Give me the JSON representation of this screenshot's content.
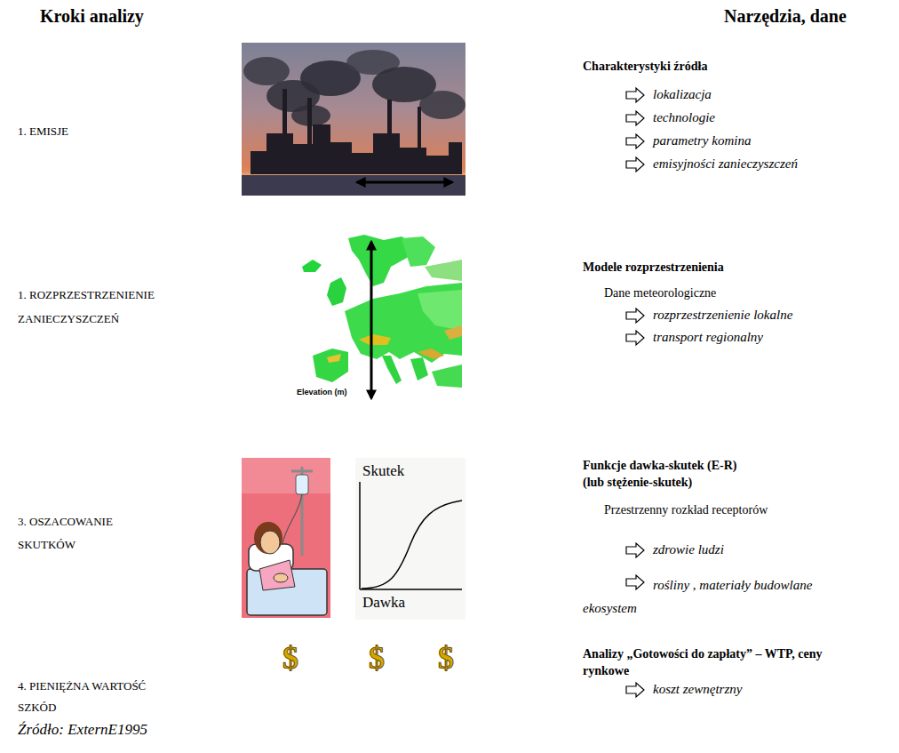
{
  "diagram": {
    "caption": "Źródło: ExternE1995",
    "labels": [
      "Kroki analizy",
      "Narzędzia, dane",
      "1. EMISJE",
      "Charakterystyki źródła",
      "lokalizacja",
      "technologie",
      "parametry komina",
      "emisyjności zanieczyszczeń",
      "1. ROZPRZESTRZENIENIE ZANIECZYSZCZEŃ",
      "Elevation (m)",
      "Modele rozprzestrzenienia",
      "Dane meteorologiczne",
      "rozprzestrzenienie lokalne",
      "transport regionalny",
      "3. OSZACOWANIE SKUTKÓW",
      "Skutek",
      "Dawka",
      "Funkcje dawka-skutek (E-R) (lub stężenie-skutek)",
      "Przestrzenny rozkład receptorów",
      "zdrowie ludzi",
      "rośliny , materiały budowlane ekosystem",
      "4. PIENIĘŻNA WARTOŚĆ SZKÓD",
      "$",
      "$",
      "$",
      "Analizy „Gotowości do zapłaty” – WTP, ceny rynkowe",
      "koszt zewnętrzny"
    ]
  }
}
